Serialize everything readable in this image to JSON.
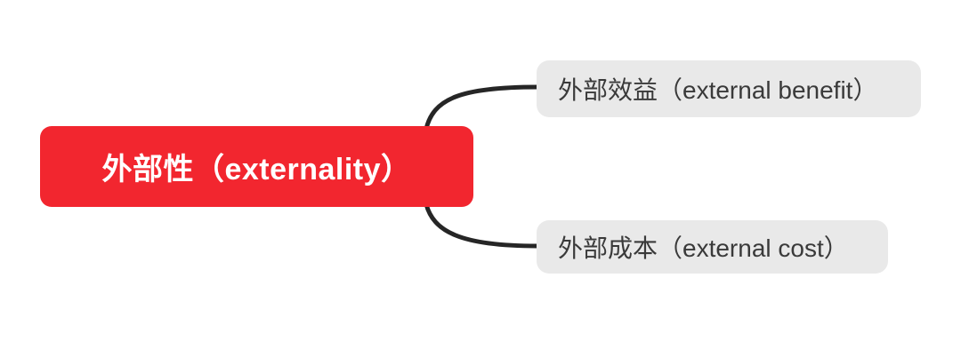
{
  "diagram": {
    "type": "mindmap",
    "root": {
      "label": "外部性（externality）"
    },
    "children": [
      {
        "label": "外部效益（external benefit）"
      },
      {
        "label": "外部成本（external cost）"
      }
    ],
    "colors": {
      "background": "#ffffff",
      "root_bg": "#f2262f",
      "root_text": "#ffffff",
      "child_bg": "#e9e9e9",
      "child_text": "#3a3a3a",
      "connector": "#262626"
    }
  }
}
